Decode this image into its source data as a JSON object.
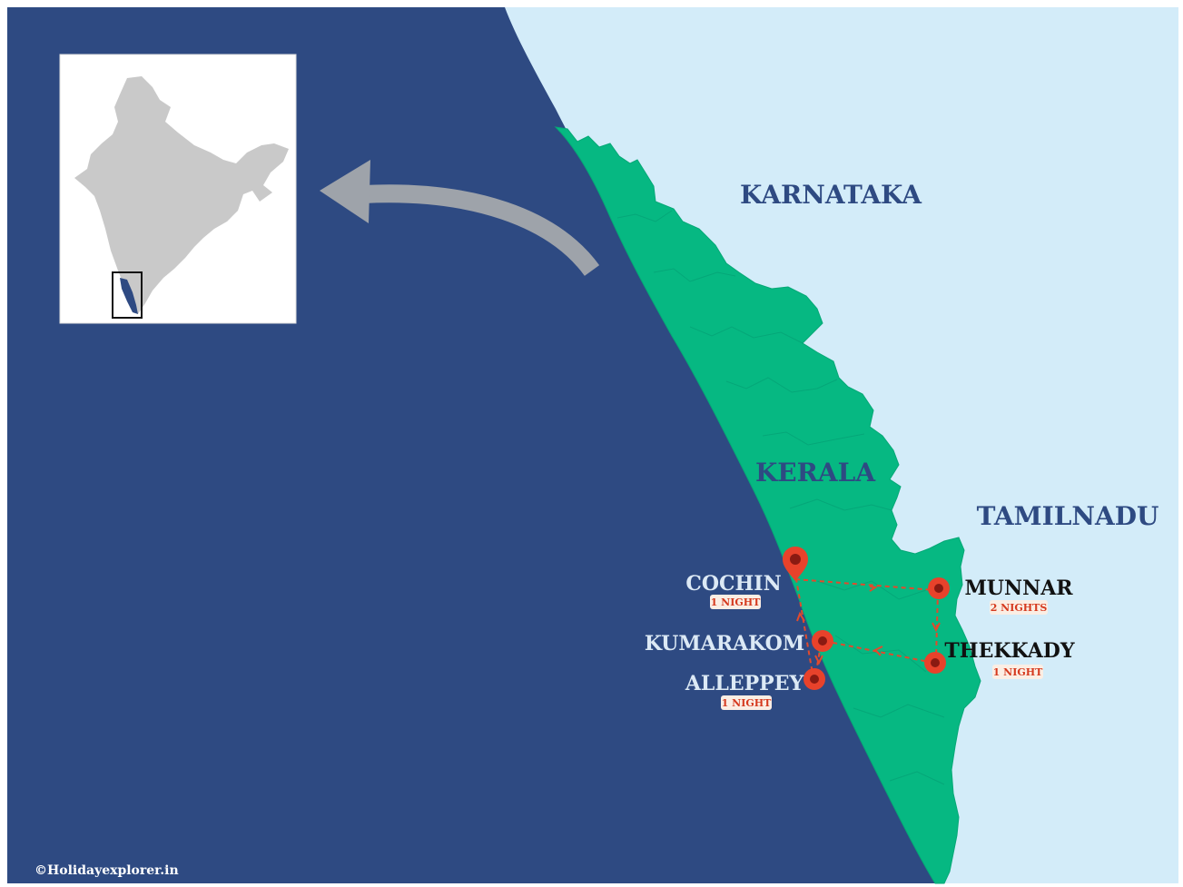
{
  "colors": {
    "sea": "#2e4a82",
    "land_neighbor": "#d3ecf9",
    "kerala": "#06b882",
    "route": "#e24a2c",
    "marker": "#e8422b",
    "inset_india": "#c9c9c9",
    "inset_kerala": "#2e4a82",
    "arrow": "#9ea3aa"
  },
  "regions": {
    "karnataka": "KARNATAKA",
    "kerala": "KERALA",
    "tamilnadu": "TAMILNADU"
  },
  "cities": {
    "cochin": {
      "name": "COCHIN",
      "nights": "1 NIGHT"
    },
    "munnar": {
      "name": "MUNNAR",
      "nights": "2 NIGHTS"
    },
    "kumarakom": {
      "name": "KUMARAKOM"
    },
    "thekkady": {
      "name": "THEKKADY",
      "nights": "1 NIGHT"
    },
    "alleppey": {
      "name": "ALLEPPEY",
      "nights": "1 NIGHT"
    }
  },
  "route_order": [
    "cochin",
    "munnar",
    "thekkady",
    "kumarakom",
    "alleppey",
    "cochin"
  ],
  "inset": {
    "icons": [
      "india-map-icon",
      "kerala-highlight-box"
    ]
  },
  "credit": "©Holidayexplorer.in"
}
